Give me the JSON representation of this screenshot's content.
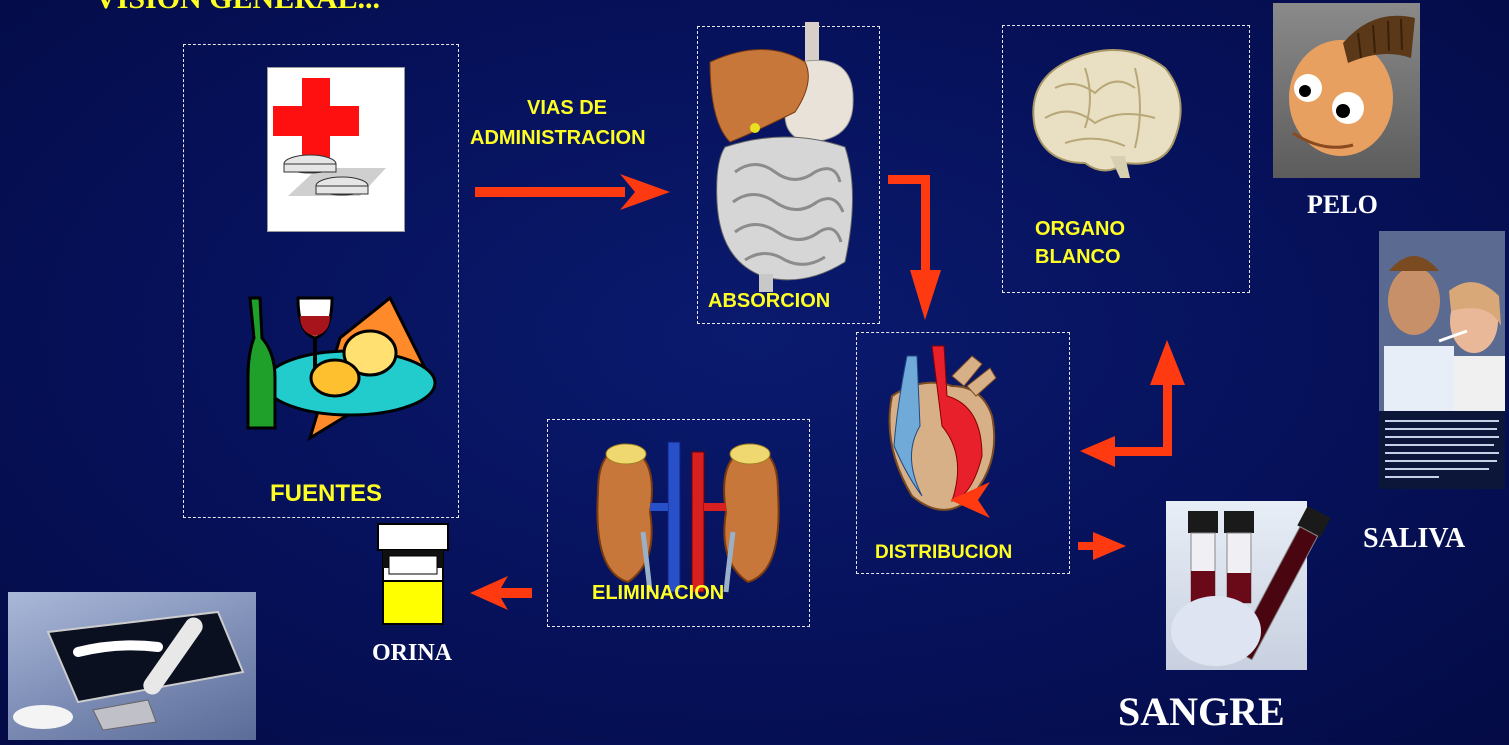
{
  "title": "VISION GENERAL...",
  "nodes": {
    "fuentes": "FUENTES",
    "vias": [
      "VIAS DE",
      "ADMINISTRACION"
    ],
    "absorcion": "ABSORCION",
    "organo_blanco": [
      "ORGANO",
      "BLANCO"
    ],
    "distribucion": "DISTRIBUCION",
    "eliminacion": "ELIMINACION"
  },
  "samples": {
    "pelo": "PELO",
    "saliva": "SALIVA",
    "orina": "ORINA",
    "sangre": "SANGRE"
  },
  "colors": {
    "background": "#06115a",
    "label_yellow": "#ffff22",
    "arrow_red": "#ff3a10",
    "dash_border": "#e6e6e6"
  },
  "icons": [
    "red-cross-aspirin-icon",
    "wine-food-icon",
    "digestive-system-icon",
    "brain-icon",
    "heart-icon",
    "kidneys-icon",
    "urine-container-icon",
    "hair-head-icon",
    "saliva-test-photo",
    "blood-tubes-photo",
    "cocaine-mirror-photo"
  ]
}
